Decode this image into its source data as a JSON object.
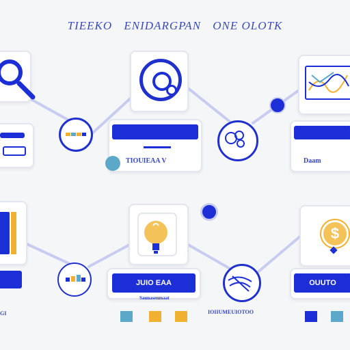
{
  "title": {
    "word1": "TIEEKO",
    "word2": "ENIDARGPAN",
    "word3": "ONE OLOTK"
  },
  "steps_top": [
    {
      "label": ""
    },
    {
      "label": "TIOUIEAA V"
    },
    {
      "label": "Daam"
    }
  ],
  "steps_bottom": [
    {
      "bar": ""
    },
    {
      "bar": "JUIO EAA"
    },
    {
      "bar": "OUUTO"
    }
  ],
  "captions": {
    "bottom_mid": "Saunasenmaat",
    "bottom_mid2": "IOIIUMEUIOTOO",
    "bottom_left": "GI"
  },
  "colors": {
    "primary": "#1c2fd6",
    "accent_teal": "#5ba8c8",
    "accent_orange": "#f0b030",
    "accent_yellow": "#f3c35a",
    "line": "#c8cdf0"
  },
  "icons": [
    "magnifier-icon",
    "search-circle-icon",
    "chart-card-icon",
    "lightbulb-icon",
    "dollar-coin-icon",
    "globe-icon",
    "people-icon"
  ]
}
